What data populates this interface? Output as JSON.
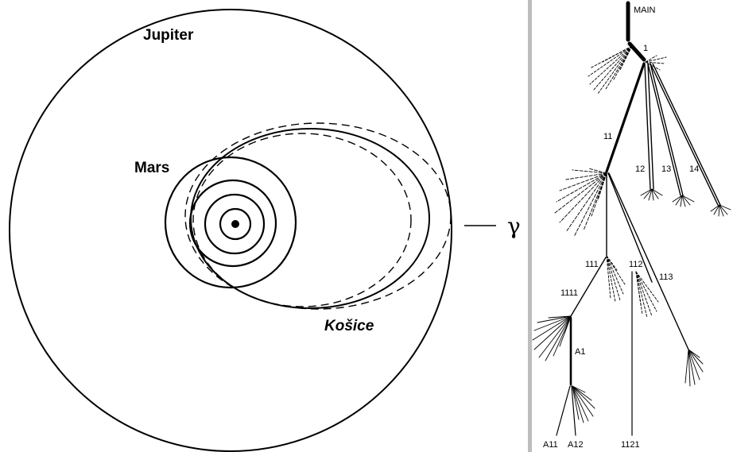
{
  "orbit_diagram": {
    "labels": {
      "jupiter": "Jupiter",
      "mars": "Mars",
      "kosice": "Košice",
      "gamma": "γ"
    }
  },
  "fragmentation_tree": {
    "labels": {
      "main": "MAIN",
      "n1": "1",
      "n11": "11",
      "n12": "12",
      "n13": "13",
      "n14": "14",
      "n111": "111",
      "n112": "112",
      "n113": "113",
      "n1111": "1111",
      "nA1": "A1",
      "nA11": "A11",
      "nA12": "A12",
      "n1121": "1121"
    }
  },
  "colors": {
    "ink": "#000000",
    "divider": "#bdbdbd",
    "background": "#ffffff"
  }
}
